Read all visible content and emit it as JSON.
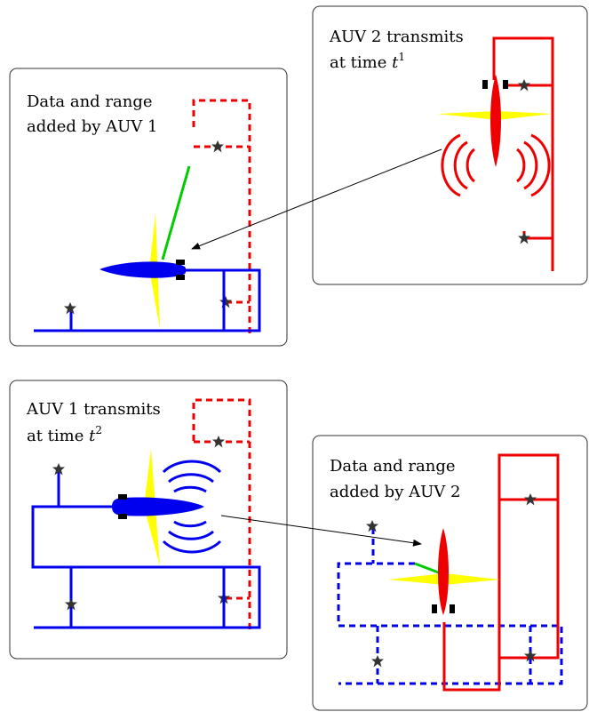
{
  "panels": [
    {
      "line1": "Data and range",
      "line2": "added by AUV 1"
    },
    {
      "line1": "AUV 2 transmits",
      "line2_prefix": "at time ",
      "time_var": "t",
      "time_sup": "1"
    },
    {
      "line1": "AUV 1 transmits",
      "line2_prefix": "at time ",
      "time_var": "t",
      "time_sup": "2"
    },
    {
      "line1": "Data and range",
      "line2": "added by AUV 2"
    }
  ],
  "colors": {
    "auv1": "#0000ee",
    "auv2": "#ee0000",
    "range": "#00cc00",
    "fin": "#ffff00",
    "star": "#333333",
    "arrow": "#000000"
  },
  "icons": [
    "star-icon",
    "signal-waves-icon",
    "arrow-icon"
  ]
}
